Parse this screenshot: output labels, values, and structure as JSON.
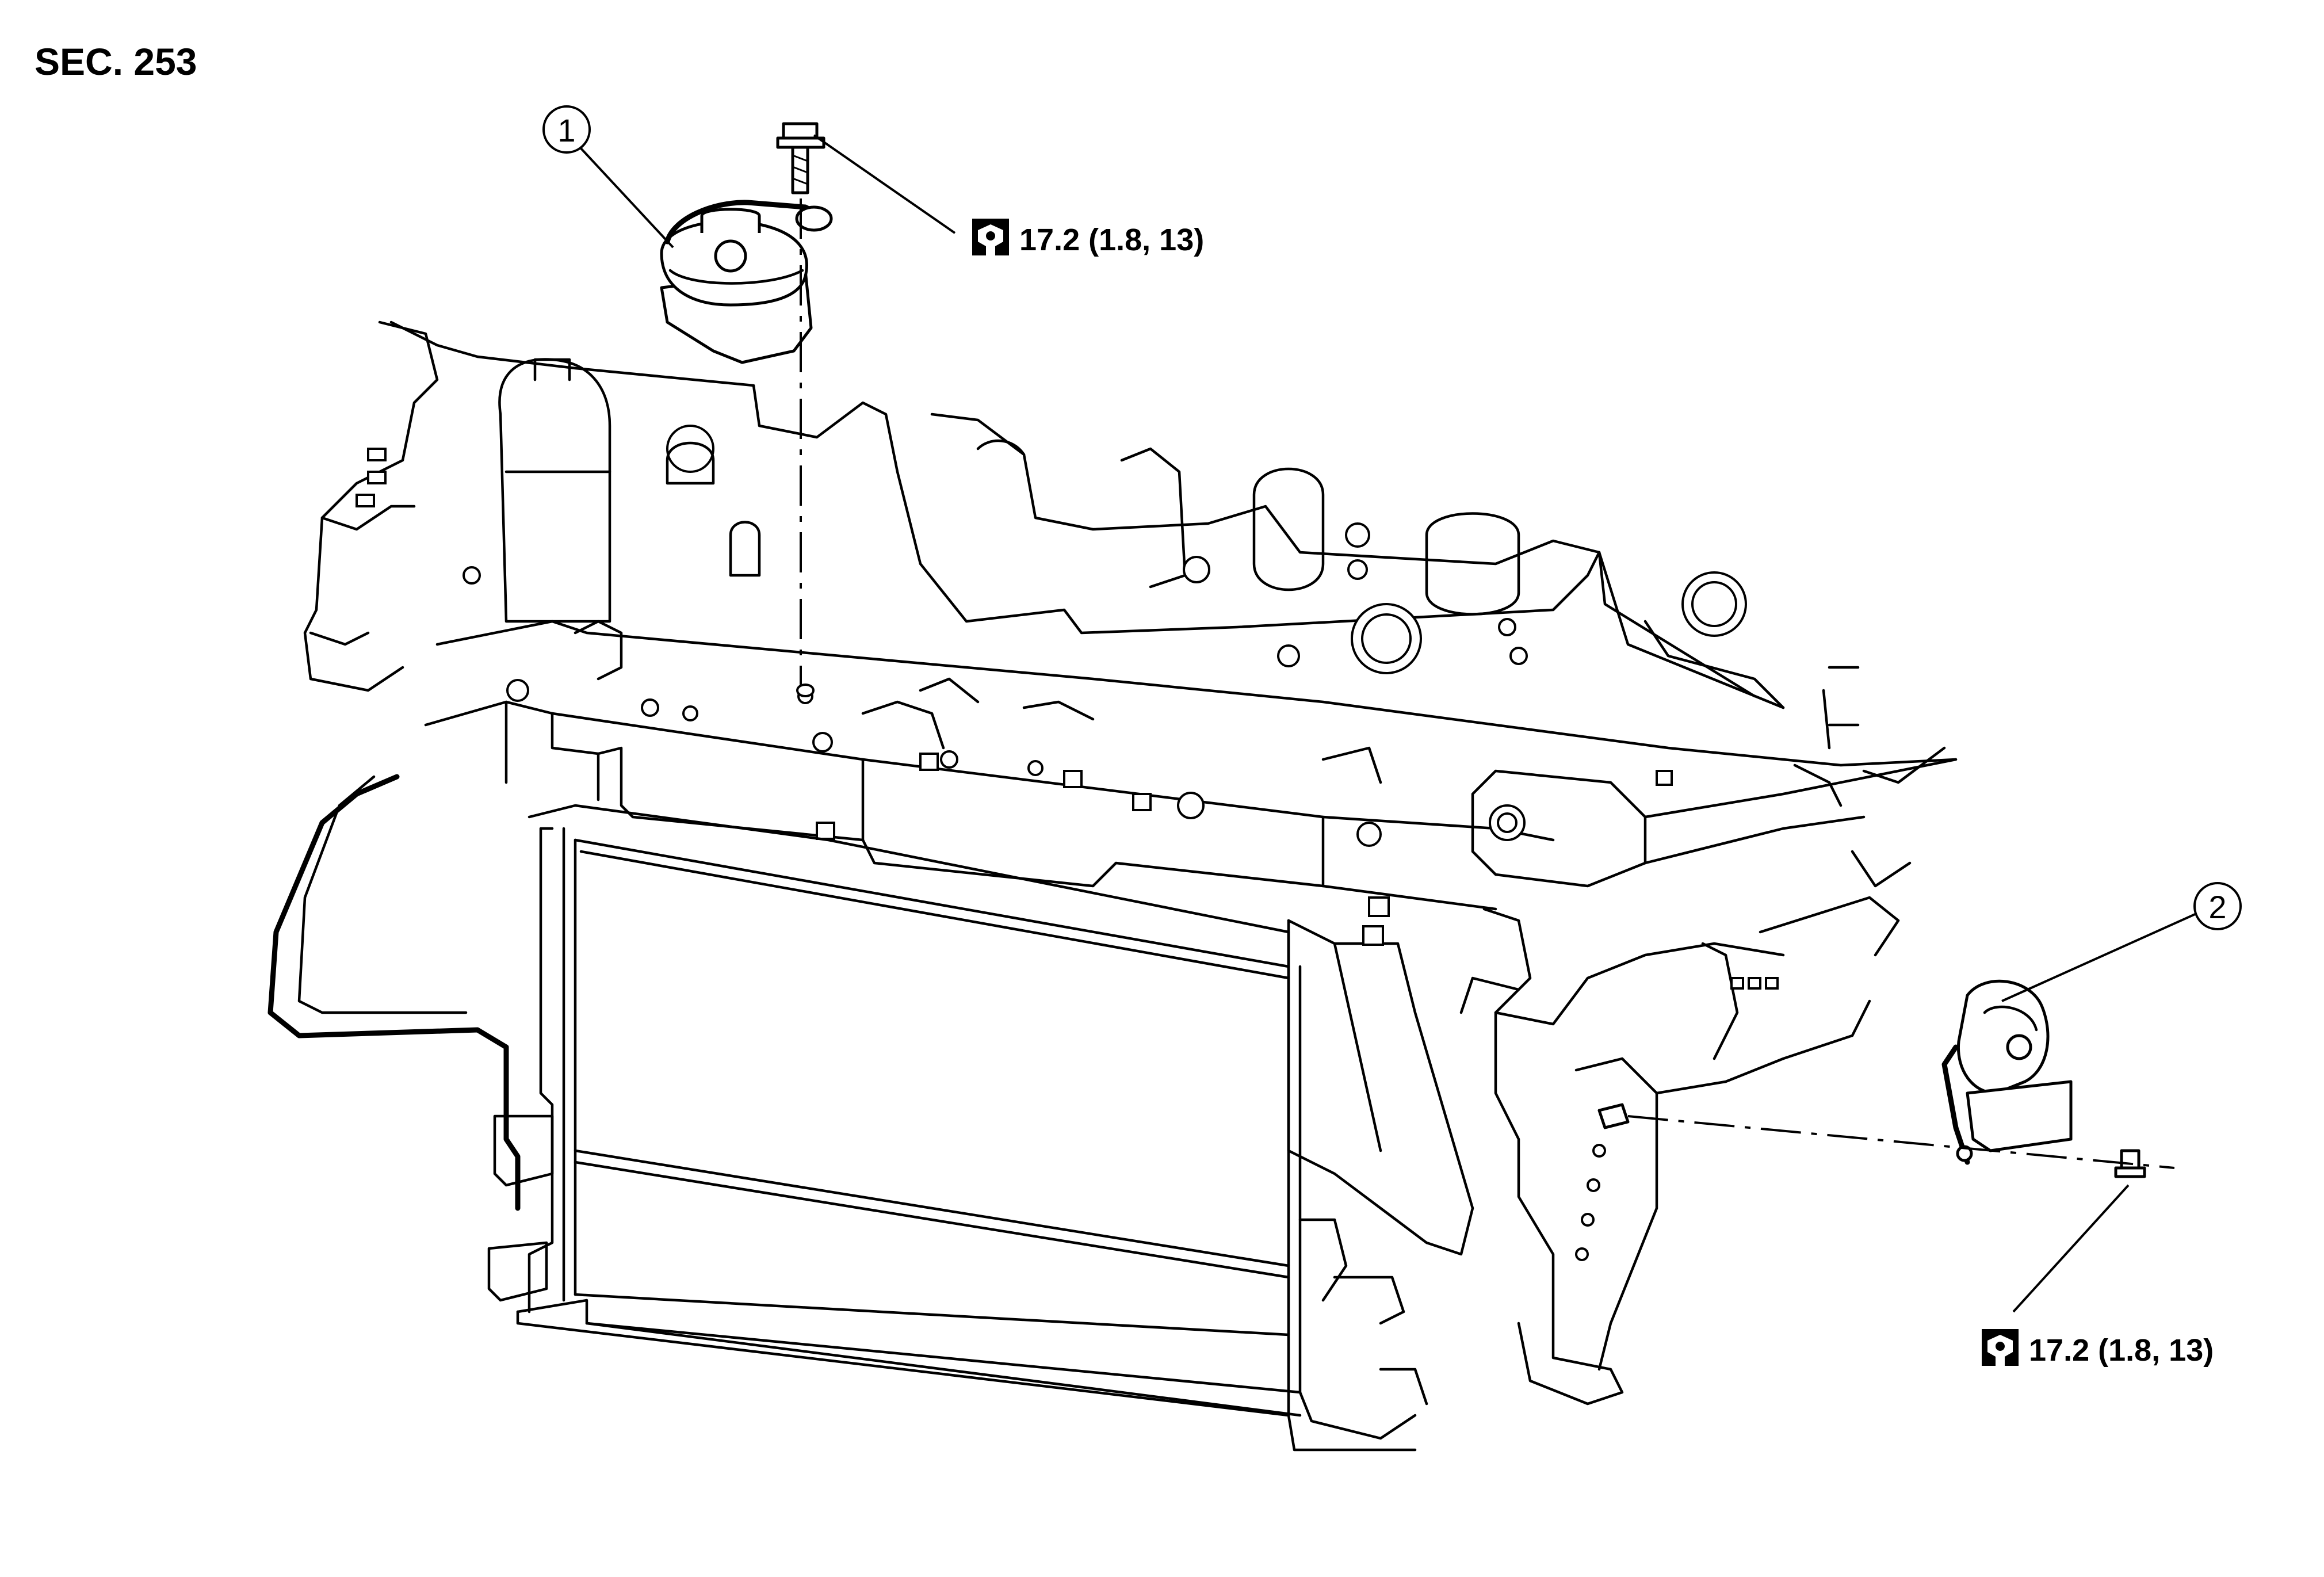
{
  "diagram": {
    "section_label": "SEC. 253",
    "callouts": [
      {
        "id": "1"
      },
      {
        "id": "2"
      }
    ],
    "torque_specs": [
      {
        "text": "17.2 (1.8, 13)",
        "icon": "torque-wrench-icon"
      },
      {
        "text": "17.2 (1.8, 13)",
        "icon": "torque-wrench-icon"
      }
    ],
    "colors": {
      "ink": "#000000",
      "paper": "#ffffff"
    }
  }
}
